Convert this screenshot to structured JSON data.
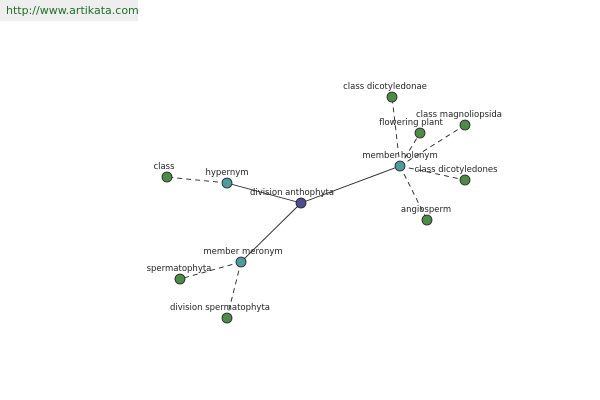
{
  "header": {
    "url": "http://www.artikata.com"
  },
  "colors": {
    "root_node": "#4a4f8f",
    "relation_node": "#4f9a9a",
    "leaf_node": "#4e8a48",
    "edge": "#222222",
    "url_text": "#1f6f2a"
  },
  "graph": {
    "nodes": [
      {
        "id": "division-anthophyta",
        "label": "division anthophyta",
        "kind": "root"
      },
      {
        "id": "hypernym",
        "label": "hypernym",
        "kind": "relation"
      },
      {
        "id": "member-holonym",
        "label": "member holonym",
        "kind": "relation"
      },
      {
        "id": "member-meronym",
        "label": "member meronym",
        "kind": "relation"
      },
      {
        "id": "class",
        "label": "class",
        "kind": "leaf"
      },
      {
        "id": "class-dicotyledonae",
        "label": "class dicotyledonae",
        "kind": "leaf"
      },
      {
        "id": "class-magnoliopsida",
        "label": "class magnoliopsida",
        "kind": "leaf"
      },
      {
        "id": "flowering-plant",
        "label": "flowering plant",
        "kind": "leaf"
      },
      {
        "id": "class-dicotyledones",
        "label": "class dicotyledones",
        "kind": "leaf"
      },
      {
        "id": "angiosperm",
        "label": "angiosperm",
        "kind": "leaf"
      },
      {
        "id": "spermatophyta",
        "label": "spermatophyta",
        "kind": "leaf"
      },
      {
        "id": "division-spermatophyta",
        "label": "division spermatophyta",
        "kind": "leaf"
      }
    ],
    "edges": [
      {
        "from": "division-anthophyta",
        "to": "hypernym",
        "style": "solid"
      },
      {
        "from": "division-anthophyta",
        "to": "member-holonym",
        "style": "solid"
      },
      {
        "from": "division-anthophyta",
        "to": "member-meronym",
        "style": "solid"
      },
      {
        "from": "hypernym",
        "to": "class",
        "style": "dashed"
      },
      {
        "from": "member-holonym",
        "to": "class-dicotyledonae",
        "style": "dashed"
      },
      {
        "from": "member-holonym",
        "to": "class-magnoliopsida",
        "style": "dashed"
      },
      {
        "from": "member-holonym",
        "to": "flowering-plant",
        "style": "dashed"
      },
      {
        "from": "member-holonym",
        "to": "class-dicotyledones",
        "style": "dashed"
      },
      {
        "from": "member-holonym",
        "to": "angiosperm",
        "style": "dashed"
      },
      {
        "from": "member-meronym",
        "to": "spermatophyta",
        "style": "dashed"
      },
      {
        "from": "member-meronym",
        "to": "division-spermatophyta",
        "style": "dashed"
      }
    ]
  }
}
